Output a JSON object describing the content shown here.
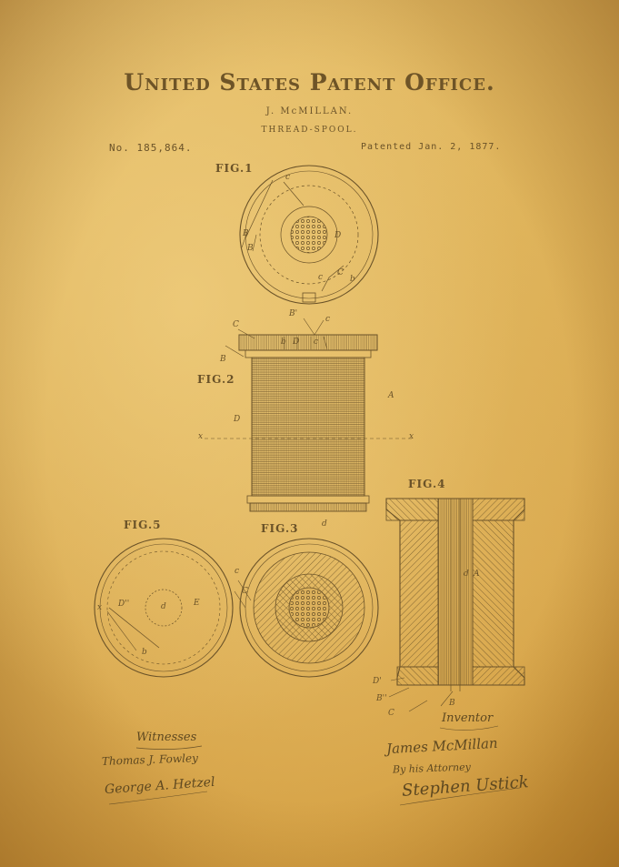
{
  "header": {
    "title": "United States Patent Office.",
    "inventor": "J. McMILLAN.",
    "invention": "THREAD-SPOOL.",
    "patent_number": "No. 185,864.",
    "patent_date": "Patented Jan. 2, 1877."
  },
  "figures": {
    "fig1": "FIG.1",
    "fig2": "FIG.2",
    "fig3": "FIG.3",
    "fig4": "FIG.4",
    "fig5": "FIG.5"
  },
  "labels": {
    "c": "c",
    "C": "C",
    "B": "B",
    "Bp": "B'",
    "Bpp": "B''",
    "D": "D",
    "Dp": "D'",
    "Dpp": "D''",
    "A": "A",
    "a": "a",
    "d": "d",
    "x": "x",
    "E": "E",
    "b": "b"
  },
  "signatures": {
    "witnesses_heading": "Witnesses",
    "witness_1": "Thomas J. Fowley",
    "witness_2": "George A. Hetzel",
    "inventor_heading": "Inventor",
    "inventor_signature": "James McMillan",
    "attorney_line": "By his Attorney",
    "attorney_signature": "Stephen Ustick"
  }
}
